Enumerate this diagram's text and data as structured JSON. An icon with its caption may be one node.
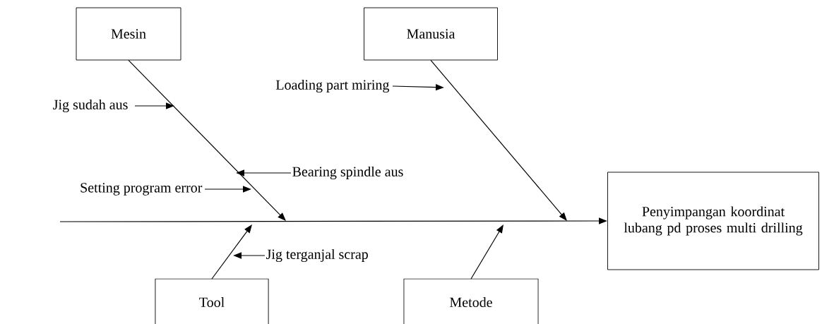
{
  "diagram": {
    "nodes": [
      {
        "text": [
          "Mesin"
        ]
      },
      {
        "text": [
          "Manusia"
        ]
      },
      {
        "text": [
          "Tool"
        ]
      },
      {
        "text": [
          "Metode"
        ]
      },
      {
        "text": [
          "Penyimpangan koordinat lubang pd proses multi drilling"
        ]
      },
      {
        "text": [
          "Jig sudah aus"
        ]
      },
      {
        "text": [
          "Loading part miring"
        ]
      },
      {
        "text": [
          "Bearing spindle aus"
        ]
      },
      {
        "text": [
          "Setting program error"
        ]
      },
      {
        "text": [
          "Jig terganjal scrap"
        ]
      }
    ],
    "edges": [
      {
        "from": null,
        "to": 4,
        "arrow": "to"
      },
      {
        "from": 0,
        "to": null,
        "arrow": "to"
      },
      {
        "from": 1,
        "to": null,
        "arrow": "to"
      },
      {
        "from": 2,
        "to": null,
        "arrow": "to"
      },
      {
        "from": 3,
        "to": null,
        "arrow": "to"
      },
      {
        "from": 5,
        "to": null,
        "arrow": "to"
      },
      {
        "from": 6,
        "to": null,
        "arrow": "to"
      },
      {
        "from": 7,
        "to": null,
        "arrow": "to"
      },
      {
        "from": 8,
        "to": null,
        "arrow": "to"
      },
      {
        "from": 9,
        "to": null,
        "arrow": "to"
      }
    ]
  }
}
